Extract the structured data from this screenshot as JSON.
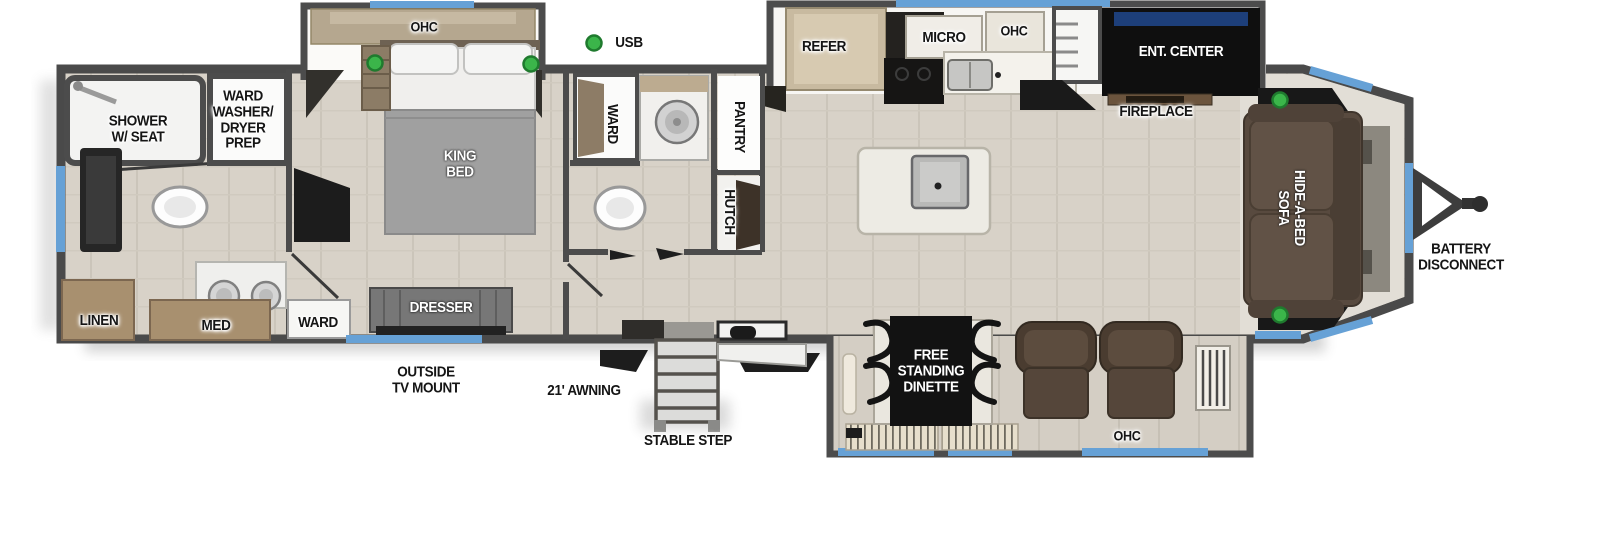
{
  "title": "RV Floor Plan",
  "legend": {
    "usb": "USB"
  },
  "labels": {
    "rear_bath": {
      "shower": "SHOWER\nW/ SEAT",
      "ward_washer_dryer": "WARD\nWASHER/\nDRYER\nPREP",
      "linen": "LINEN",
      "med": "MED"
    },
    "bedroom": {
      "ohc": "OHC",
      "king_bed": "KING\nBED",
      "ward": "WARD",
      "dresser": "DRESSER"
    },
    "mid_bath": {
      "ward": "WARD",
      "pantry": "PANTRY",
      "hutch": "HUTCH"
    },
    "kitchen": {
      "refer": "REFER",
      "micro": "MICRO",
      "ohc": "OHC",
      "ent_center": "ENT. CENTER",
      "fireplace": "FIREPLACE"
    },
    "living": {
      "hide_a_bed_sofa": "HIDE-A-BED\nSOFA",
      "free_standing_dinette": "FREE\nSTANDING\nDINETTE",
      "ohc": "OHC"
    },
    "exterior": {
      "battery_disconnect": "BATTERY\nDISCONNECT",
      "outside_tv_mount": "OUTSIDE\nTV MOUNT",
      "awning": "21' AWNING",
      "stable_step": "STABLE STEP"
    }
  },
  "colors": {
    "wall": "#4a4a4a",
    "floor": "#d8d2c8",
    "window_accent": "#66a1d6",
    "usb_indicator_green": "#3bb54a",
    "cabinet_tan": "#c8baa0",
    "counter_brown": "#a8906f",
    "sofa_brown": "#584a3f",
    "black_callout_box": "#121212"
  }
}
